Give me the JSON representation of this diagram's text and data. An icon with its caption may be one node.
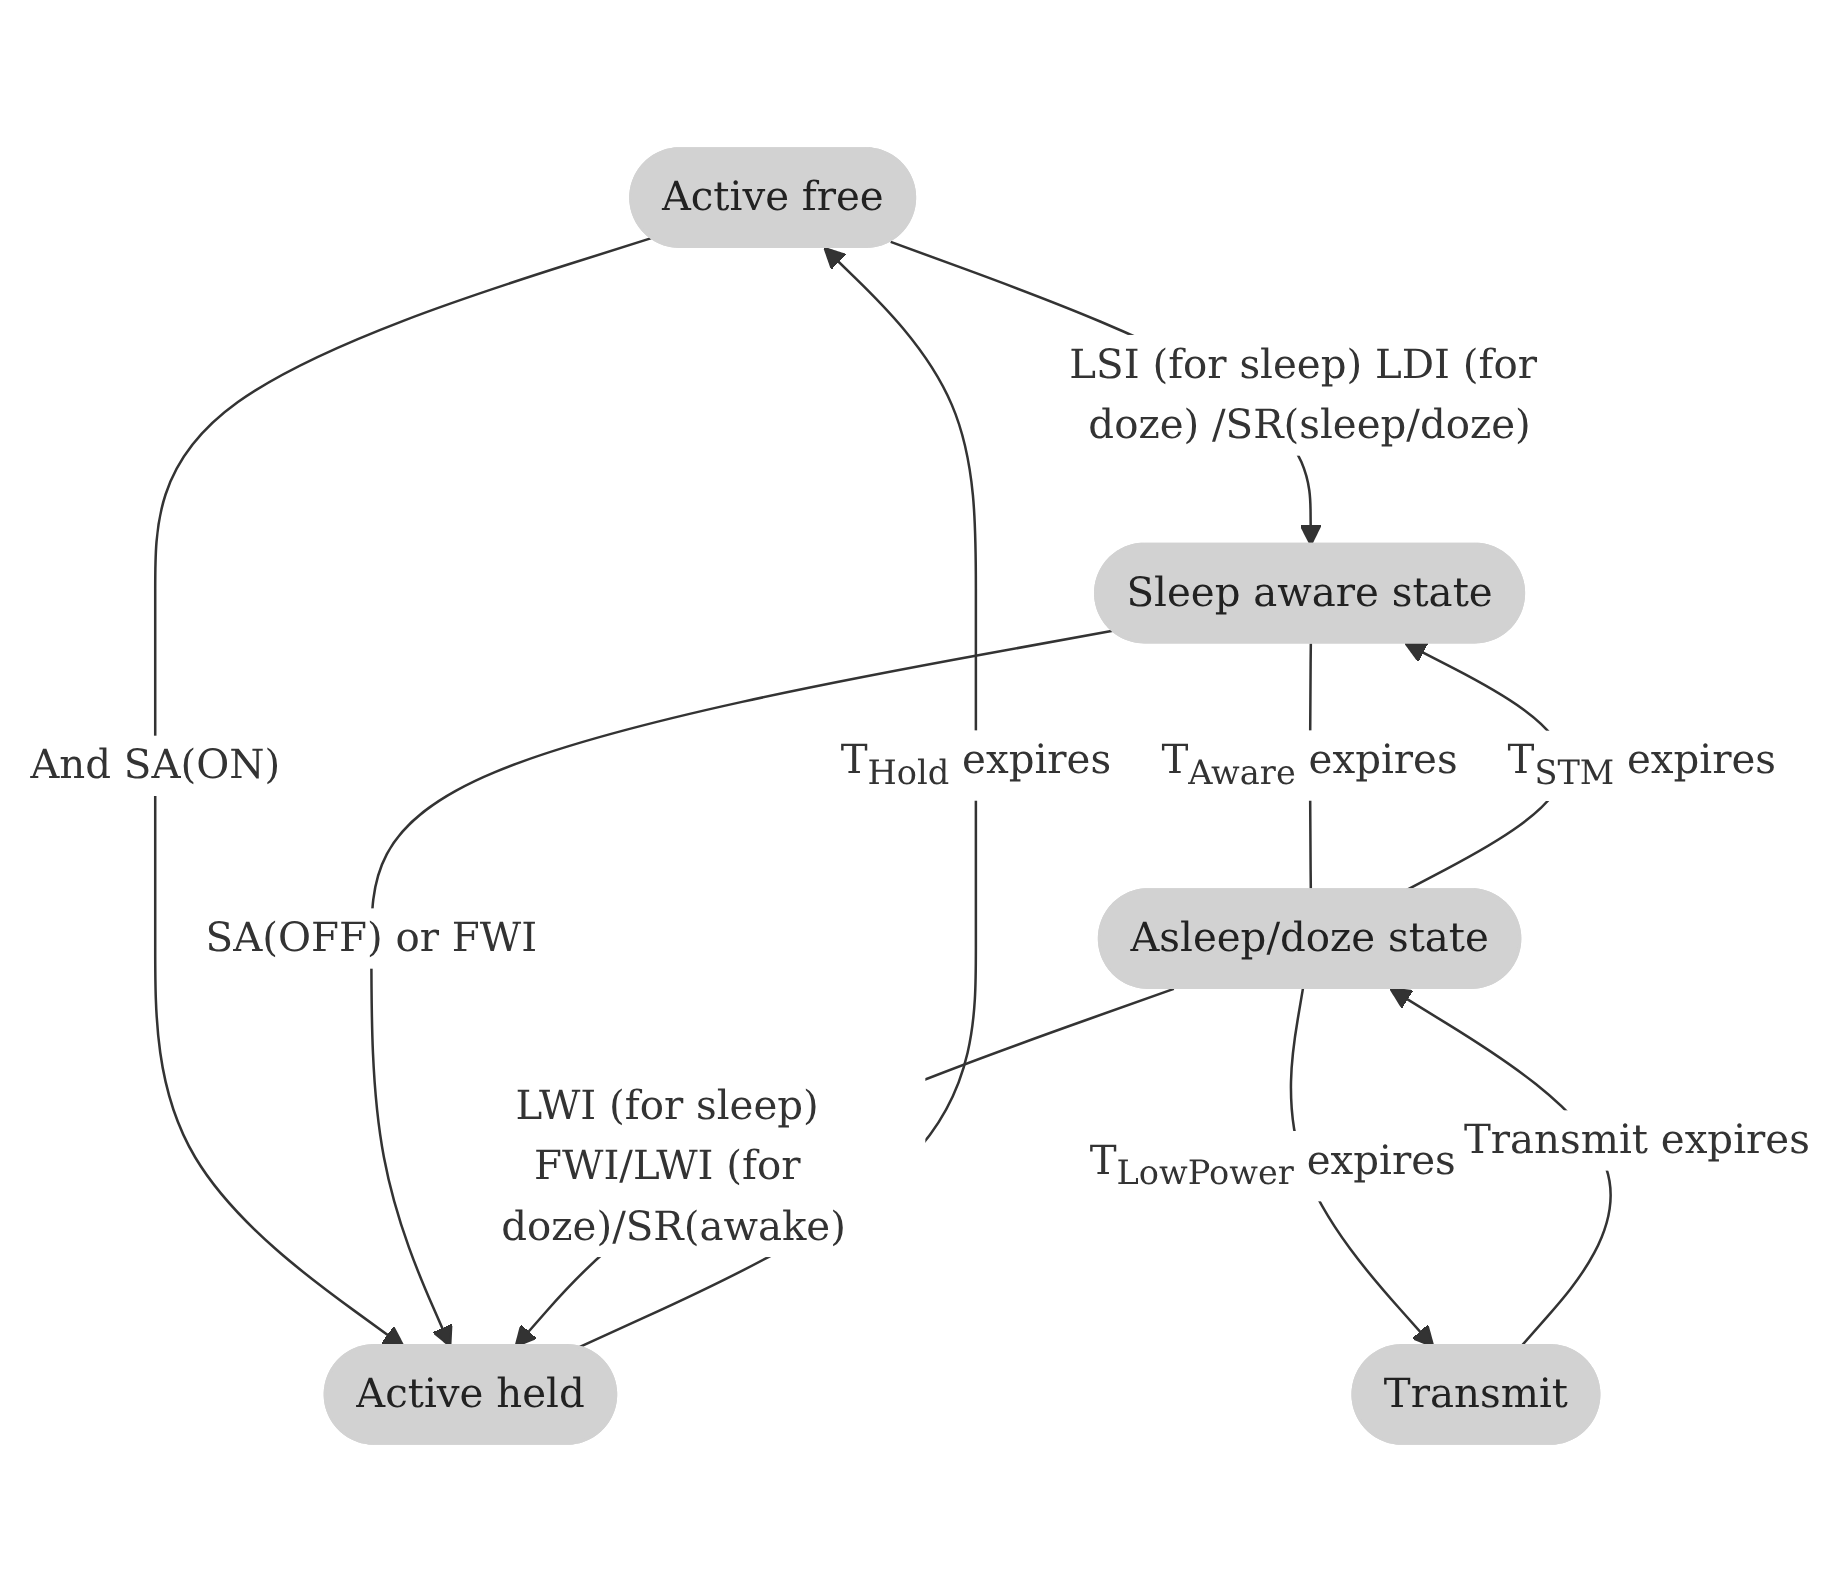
{
  "diagram": {
    "nodes": [
      {
        "text": [
          "Active free"
        ]
      },
      {
        "text": [
          "Active held"
        ]
      },
      {
        "text": [
          "Sleep aware state"
        ]
      },
      {
        "text": [
          "Asleep/doze state"
        ]
      },
      {
        "text": [
          "Transmit"
        ]
      }
    ],
    "edges": [
      {
        "from": 1,
        "to": 0,
        "arrow": "to",
        "label": "T$_{Hold}$ expires"
      },
      {
        "from": 0,
        "to": 1,
        "arrow": "to",
        "label": "And SA(ON)"
      },
      {
        "from": 0,
        "to": 2,
        "arrow": "to",
        "label": "LSI (for sleep) LDI (for doze) /SR(sleep/doze)"
      },
      {
        "from": 2,
        "to": 1,
        "arrow": "to",
        "label": "SA(OFF) or FWI"
      },
      {
        "from": 3,
        "to": 1,
        "arrow": "to",
        "label": "LWI (for sleep) FWI/LWI (for doze)/SR(awake)"
      },
      {
        "from": 3,
        "to": 2,
        "arrow": "to",
        "label": "T$_{STM}$ expires"
      },
      {
        "from": 2,
        "to": 3,
        "arrow": "none",
        "label": "T$_{Aware}$ expires"
      },
      {
        "from": 3,
        "to": 4,
        "arrow": "to",
        "label": "T$_{LowPower}$ expires"
      },
      {
        "from": 4,
        "to": 3,
        "arrow": "to",
        "label": "Transmit expires"
      }
    ]
  }
}
